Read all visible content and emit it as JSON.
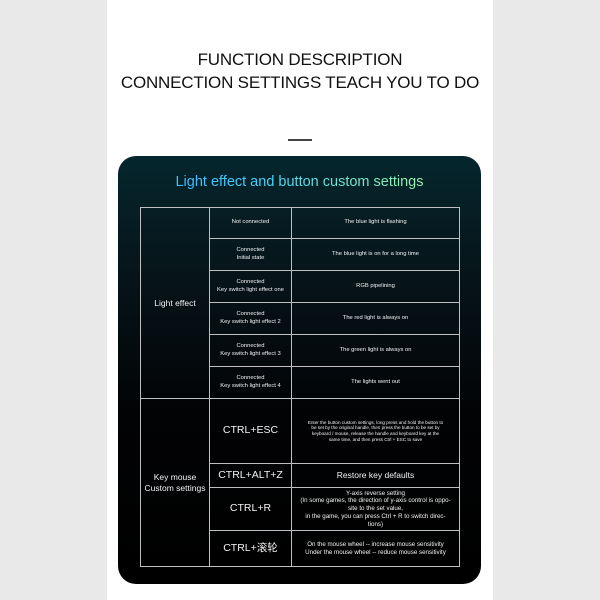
{
  "header": {
    "line1": "FUNCTION DESCRIPTION",
    "line2": "CONNECTION SETTINGS TEACH YOU TO DO"
  },
  "panel": {
    "title": "Light effect and button custom settings",
    "groups": {
      "light_effect": "Light effect",
      "key_mouse_line1": "Key mouse",
      "key_mouse_line2": "Custom settings"
    },
    "light_rows": [
      {
        "state": [
          "Not connected"
        ],
        "effect": "The blue light is flashing"
      },
      {
        "state": [
          "Connected",
          "Initial state"
        ],
        "effect": "The blue light is on for a long time"
      },
      {
        "state": [
          "Connected",
          "Key switch light effect one"
        ],
        "effect": "RGB pipelining"
      },
      {
        "state": [
          "Connected",
          "Key switch light effect 2"
        ],
        "effect": "The red light is always on"
      },
      {
        "state": [
          "Connected",
          "Key switch light effect 3"
        ],
        "effect": "The green light is always on"
      },
      {
        "state": [
          "Connected",
          "Key switch light effect 4"
        ],
        "effect": "The lights went out"
      }
    ],
    "key_rows": [
      {
        "key": "CTRL+ESC",
        "desc": [
          "Enter the button custom settings, long press and hold the button to",
          "be set by the original handle, then press the button to be set by",
          "keyboard / mouse, release the handle and keyboard key at the",
          "same time, and then press Ctrl + ESC to save"
        ]
      },
      {
        "key": "CTRL+ALT+Z",
        "desc": [
          "Restore key defaults"
        ]
      },
      {
        "key": "CTRL+R",
        "desc": [
          "Y-axis reverse setting",
          "(In some games, the direction of y-axis control is oppo-",
          "site to the set value,",
          "in the game, you can press Ctrl + R to switch direc-",
          "tions)"
        ]
      },
      {
        "key": "CTRL+滚轮",
        "desc": [
          "On the mouse wheel -- increase mouse sensitivity",
          "Under the mouse wheel -- reduce mouse sensitivity"
        ]
      }
    ]
  }
}
